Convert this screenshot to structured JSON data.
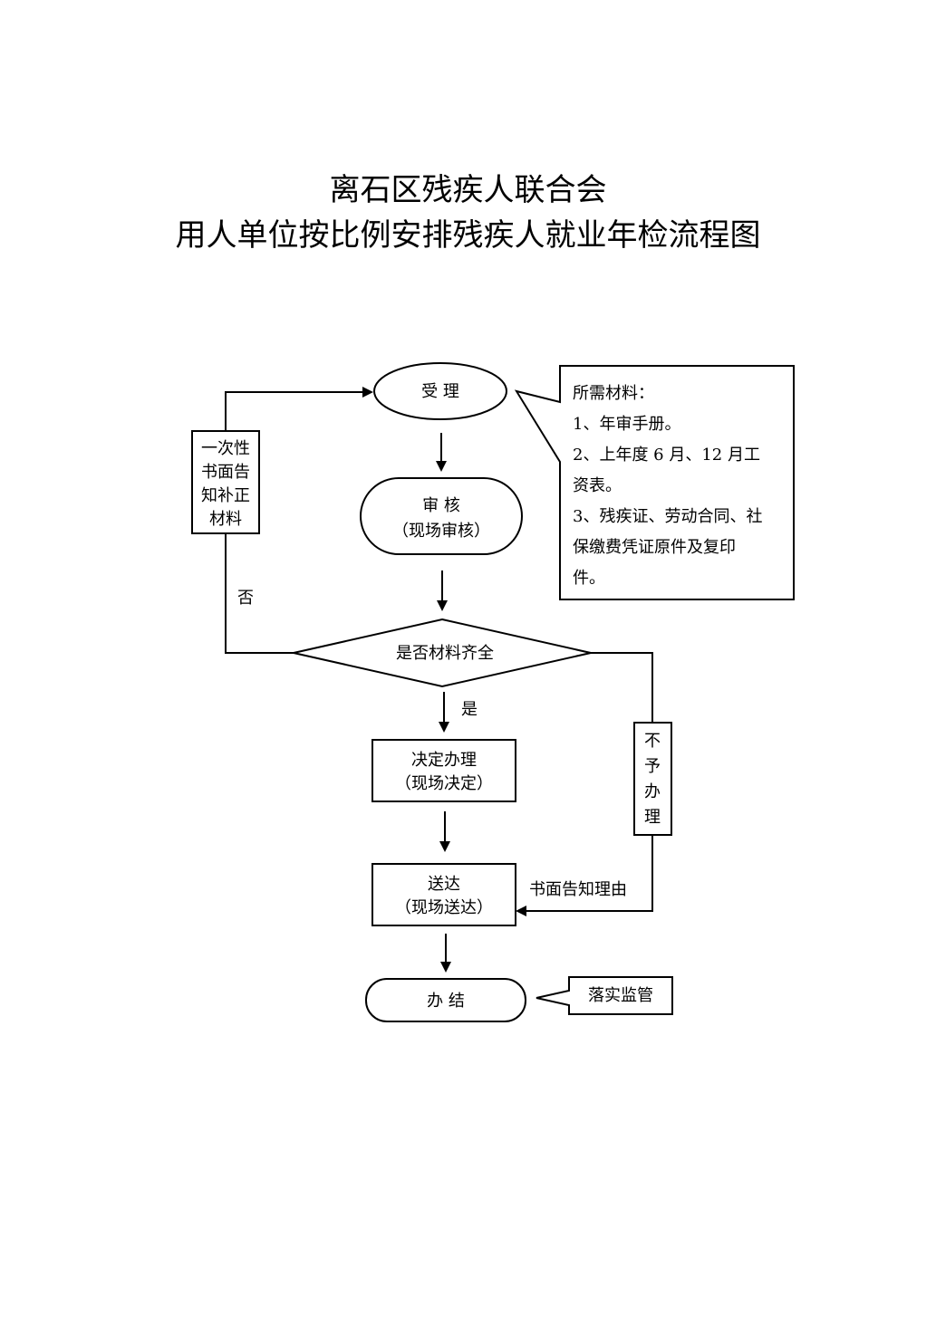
{
  "title": {
    "line1": "离石区残疾人联合会",
    "line2": "用人单位按比例安排残疾人就业年检流程图"
  },
  "nodes": {
    "accept": "受 理",
    "review_line1": "审 核",
    "review_line2": "（现场审核）",
    "decision": "是否材料齐全",
    "decide_line1": "决定办理",
    "decide_line2": "（现场决定）",
    "deliver_line1": "送达",
    "deliver_line2": "（现场送达）",
    "finish": "办  结",
    "notify_chars": [
      "一次性",
      "书面告",
      "知补正",
      "材料"
    ],
    "reject_chars": [
      "不",
      "予",
      "办",
      "理"
    ],
    "supervise": "落实监管"
  },
  "labels": {
    "no": "否",
    "yes": "是",
    "written_reason": "书面告知理由"
  },
  "materials_note": {
    "lines": [
      "所需材料：",
      "1、年审手册。",
      "2、上年度 6 月、12 月工",
      "资表。",
      "3、残疾证、劳动合同、社",
      "保缴费凭证原件及复印",
      "件。"
    ]
  }
}
